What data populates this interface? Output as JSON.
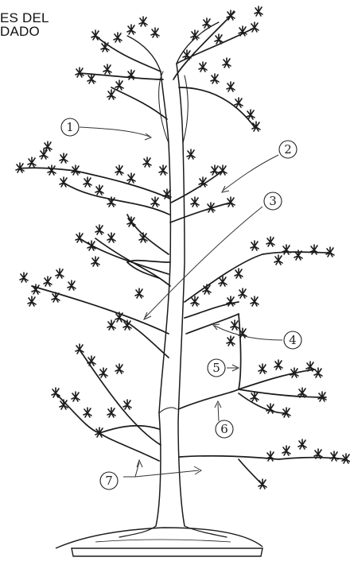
{
  "title": {
    "line1": "ES DEL",
    "line2": "DADO"
  },
  "markers": [
    "1",
    "2",
    "3",
    "4",
    "5",
    "6",
    "7"
  ],
  "colors": {
    "ink": "#1b1b1b",
    "background": "#ffffff"
  }
}
